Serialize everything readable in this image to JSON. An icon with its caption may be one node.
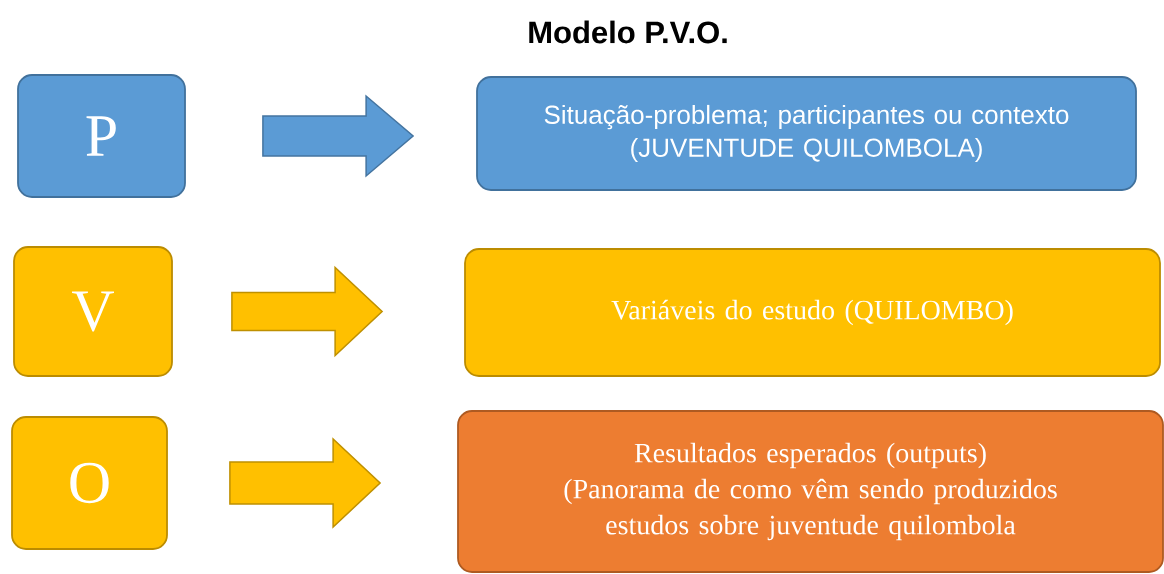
{
  "diagram": {
    "title": "Modelo P.V.O.",
    "nodes": [
      {
        "text": [
          "P"
        ]
      },
      {
        "text": [
          "Situação-problema; participantes ou contexto",
          "(JUVENTUDE QUILOMBOLA)"
        ]
      },
      {
        "text": [
          "V"
        ]
      },
      {
        "text": [
          "Variáveis do estudo (QUILOMBO)"
        ]
      },
      {
        "text": [
          "O"
        ]
      },
      {
        "text": [
          "Resultados esperados (outputs)",
          "(Panorama de como vêm sendo produzidos estudos sobre juventude quilombola"
        ]
      }
    ],
    "edges": [
      {
        "from": 0,
        "to": 1,
        "arrow": "to",
        "color": "#5b9bd5"
      },
      {
        "from": 2,
        "to": 3,
        "arrow": "to"
      },
      {
        "from": 4,
        "to": 5,
        "arrow": "to"
      }
    ]
  }
}
